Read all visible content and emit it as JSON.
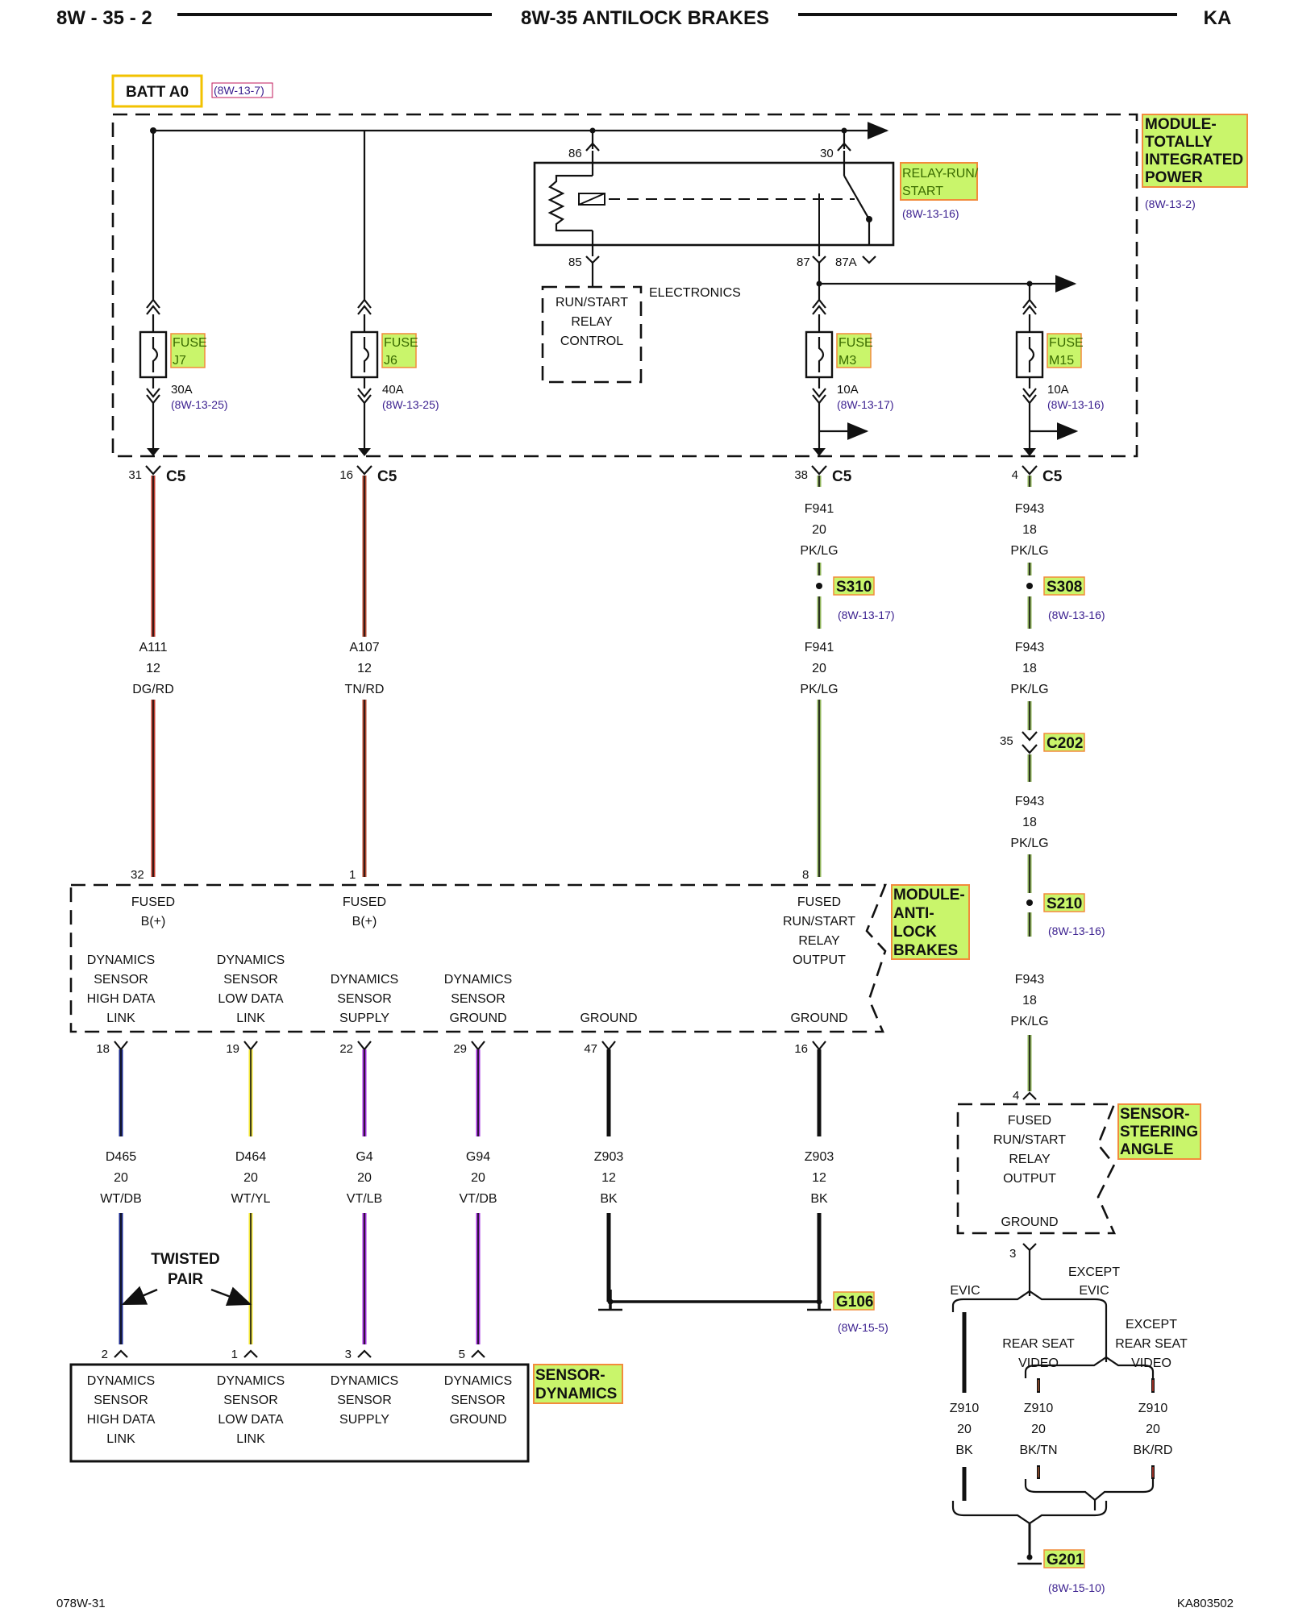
{
  "header": {
    "left": "8W - 35 - 2",
    "center": "8W-35 ANTILOCK BRAKES",
    "right": "KA"
  },
  "footer": {
    "left": "078W-31",
    "right": "KA803502"
  },
  "batt": {
    "label": "BATT A0",
    "ref": "(8W-13-7)"
  },
  "tipm": {
    "name": [
      "MODULE-",
      "TOTALLY",
      "INTEGRATED",
      "POWER"
    ],
    "ref": "(8W-13-2)"
  },
  "relay": {
    "name": [
      "RELAY-RUN/",
      "START"
    ],
    "ref": "(8W-13-16)",
    "pin86": "86",
    "pin30": "30",
    "pin85": "85",
    "pin87": "87",
    "pin87a": "87A",
    "control": [
      "RUN/START",
      "RELAY",
      "CONTROL"
    ],
    "electronics": "ELECTRONICS"
  },
  "fuses": [
    {
      "word": "FUSE",
      "id": "J7",
      "rating": "30A",
      "ref": "(8W-13-25)",
      "pin": "31",
      "conn": "C5"
    },
    {
      "word": "FUSE",
      "id": "J6",
      "rating": "40A",
      "ref": "(8W-13-25)",
      "pin": "16",
      "conn": "C5"
    },
    {
      "word": "FUSE",
      "id": "M3",
      "rating": "10A",
      "ref": "(8W-13-17)",
      "pin": "38",
      "conn": "C5"
    },
    {
      "word": "FUSE",
      "id": "M15",
      "rating": "10A",
      "ref": "(8W-13-16)",
      "pin": "4",
      "conn": "C5"
    }
  ],
  "wires_upper": [
    {
      "circuit": "A111",
      "gauge": "12",
      "color": "DG/RD"
    },
    {
      "circuit": "A107",
      "gauge": "12",
      "color": "TN/RD"
    },
    {
      "circuit": "F941",
      "gauge": "20",
      "color": "PK/LG"
    },
    {
      "circuit": "F943",
      "gauge": "18",
      "color": "PK/LG"
    }
  ],
  "splices": {
    "s310": {
      "name": "S310",
      "ref": "(8W-13-17)"
    },
    "s308": {
      "name": "S308",
      "ref": "(8W-13-16)"
    },
    "c202": {
      "name": "C202",
      "pin": "35"
    },
    "s210": {
      "name": "S210",
      "ref": "(8W-13-16)"
    }
  },
  "abs": {
    "name": [
      "MODULE-",
      "ANTI-",
      "LOCK",
      "BRAKES"
    ],
    "pins_top": [
      "32",
      "1",
      "8"
    ],
    "fused1": [
      "FUSED",
      "B(+)"
    ],
    "fused2": [
      "FUSED",
      "B(+)"
    ],
    "runstart": [
      "FUSED",
      "RUN/START",
      "RELAY",
      "OUTPUT"
    ],
    "labels": [
      [
        "DYNAMICS",
        "SENSOR",
        "HIGH DATA",
        "LINK"
      ],
      [
        "DYNAMICS",
        "SENSOR",
        "LOW DATA",
        "LINK"
      ],
      [
        "DYNAMICS",
        "SENSOR",
        "SUPPLY"
      ],
      [
        "DYNAMICS",
        "SENSOR",
        "GROUND"
      ],
      [
        "GROUND"
      ],
      [
        "GROUND"
      ]
    ],
    "pins_bottom": [
      "18",
      "19",
      "22",
      "29",
      "47",
      "16"
    ]
  },
  "wires_lower": [
    {
      "circuit": "D465",
      "gauge": "20",
      "color": "WT/DB"
    },
    {
      "circuit": "D464",
      "gauge": "20",
      "color": "WT/YL"
    },
    {
      "circuit": "G4",
      "gauge": "20",
      "color": "VT/LB"
    },
    {
      "circuit": "G94",
      "gauge": "20",
      "color": "VT/DB"
    },
    {
      "circuit": "Z903",
      "gauge": "12",
      "color": "BK"
    },
    {
      "circuit": "Z903",
      "gauge": "12",
      "color": "BK"
    }
  ],
  "twisted": [
    "TWISTED",
    "PAIR"
  ],
  "g106": {
    "name": "G106",
    "ref": "(8W-15-5)"
  },
  "sensor_dyn": {
    "name": [
      "SENSOR-",
      "DYNAMICS"
    ],
    "pins": [
      "2",
      "1",
      "3",
      "5"
    ],
    "labels": [
      [
        "DYNAMICS",
        "SENSOR",
        "HIGH DATA",
        "LINK"
      ],
      [
        "DYNAMICS",
        "SENSOR",
        "LOW DATA",
        "LINK"
      ],
      [
        "DYNAMICS",
        "SENSOR",
        "SUPPLY"
      ],
      [
        "DYNAMICS",
        "SENSOR",
        "GROUND"
      ]
    ]
  },
  "steering": {
    "name": [
      "SENSOR-",
      "STEERING",
      "ANGLE"
    ],
    "pin_top": "4",
    "pin_bottom": "3",
    "runstart": [
      "FUSED",
      "RUN/START",
      "RELAY",
      "OUTPUT"
    ],
    "ground": "GROUND"
  },
  "options": {
    "evic": "EVIC",
    "except_evic": [
      "EXCEPT",
      "EVIC"
    ],
    "rsv": [
      "REAR SEAT",
      "VIDEO"
    ],
    "except_rsv": [
      "EXCEPT",
      "REAR SEAT",
      "VIDEO"
    ]
  },
  "ground_wires": [
    {
      "circuit": "Z910",
      "gauge": "20",
      "color": "BK"
    },
    {
      "circuit": "Z910",
      "gauge": "20",
      "color": "BK/TN"
    },
    {
      "circuit": "Z910",
      "gauge": "20",
      "color": "BK/RD"
    }
  ],
  "g201": {
    "name": "G201",
    "ref": "(8W-15-10)"
  },
  "colors": {
    "highlight": "#c9f56b",
    "highlight_border": "#f28b3c",
    "batt_border": "#f2c200",
    "dg_rd": "#c0392b",
    "tn_rd": "#b5482f",
    "pk_lg": "#8fb35a",
    "wt_db": "#1d2c8f",
    "wt_yl": "#f1e43a",
    "vt": "#a62ee0",
    "bk": "#111111"
  }
}
